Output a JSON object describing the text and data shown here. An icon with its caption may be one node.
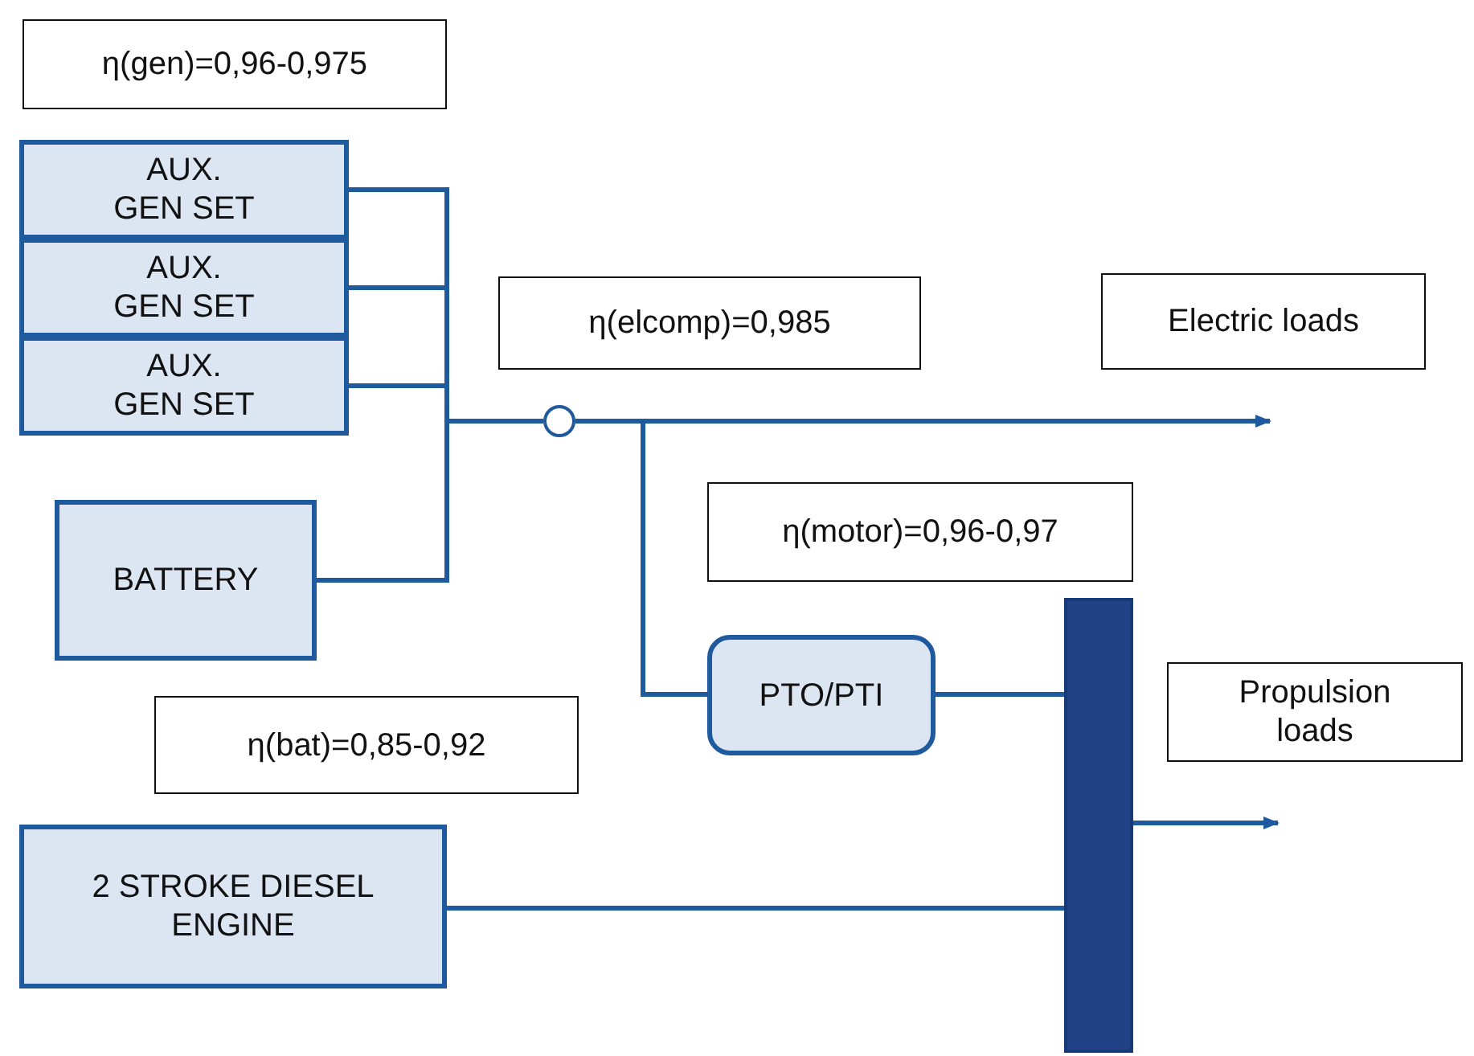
{
  "diagram": {
    "nodes": [
      {
        "text": [
          "η(gen)=0,96-0,975"
        ]
      },
      {
        "text": [
          "AUX. GEN SET"
        ]
      },
      {
        "text": [
          "AUX. GEN SET"
        ]
      },
      {
        "text": [
          "AUX. GEN SET"
        ]
      },
      {
        "text": [
          "BATTERY"
        ]
      },
      {
        "text": [
          "η(elcomp)=0,985"
        ]
      },
      {
        "text": [
          "Electric loads"
        ]
      },
      {
        "text": [],
        "shape": "circle"
      },
      {
        "text": [
          "η(motor)=0,96-0,97"
        ]
      },
      {
        "text": [
          "PTO/PTI"
        ]
      },
      {
        "text": [
          "Propulsion loads"
        ]
      },
      {
        "text": [
          "η(bat)=0,85-0,92"
        ]
      },
      {
        "text": [
          "2 STROKE DIESEL ENGINE"
        ]
      },
      {
        "text": [],
        "shape": "bar"
      }
    ],
    "edges": [
      {
        "from": 1,
        "to": 7,
        "arrow": "none"
      },
      {
        "from": 2,
        "to": 7,
        "arrow": "none"
      },
      {
        "from": 3,
        "to": 7,
        "arrow": "none"
      },
      {
        "from": 4,
        "to": 7,
        "arrow": "none"
      },
      {
        "from": 7,
        "to": null,
        "arrow": "to"
      },
      {
        "from": 7,
        "to": 9,
        "arrow": "none"
      },
      {
        "from": 9,
        "to": 13,
        "arrow": "none"
      },
      {
        "from": 12,
        "to": 13,
        "arrow": "none"
      },
      {
        "from": 13,
        "to": null,
        "arrow": "to"
      }
    ]
  }
}
